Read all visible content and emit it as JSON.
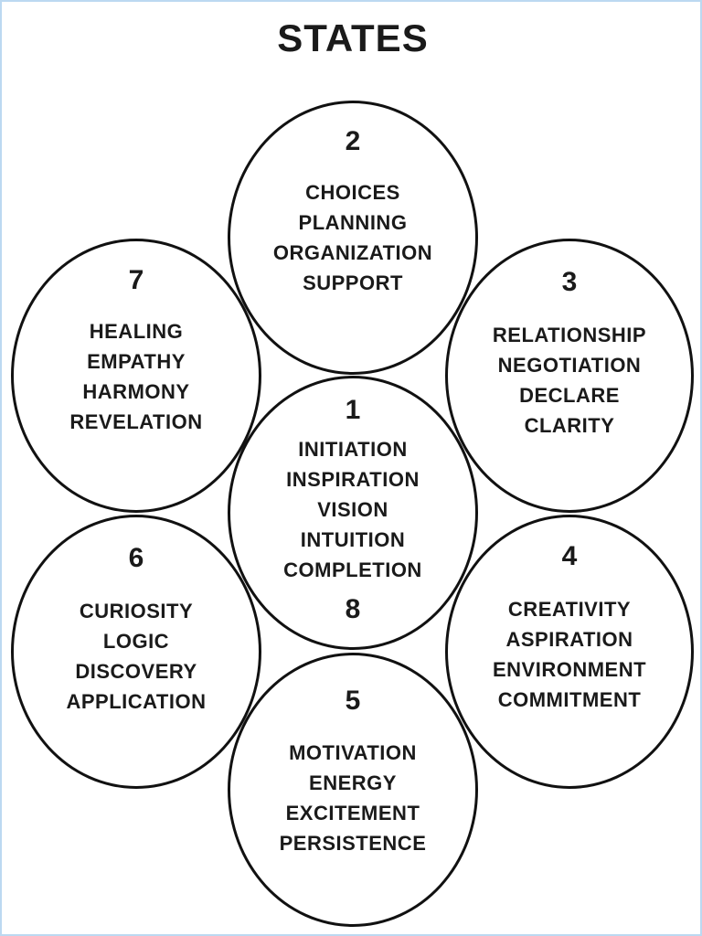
{
  "title": "STATES",
  "circles": [
    {
      "number": "2",
      "words": [
        "CHOICES",
        "PLANNING",
        "ORGANIZATION",
        "SUPPORT"
      ]
    },
    {
      "number": "7",
      "words": [
        "HEALING",
        "EMPATHY",
        "HARMONY",
        "REVELATION"
      ]
    },
    {
      "number": "3",
      "words": [
        "RELATIONSHIP",
        "NEGOTIATION",
        "DECLARE",
        "CLARITY"
      ]
    },
    {
      "number": "1",
      "words": [
        "INITIATION",
        "INSPIRATION",
        "VISION",
        "INTUITION",
        "COMPLETION"
      ]
    },
    {
      "number": "8",
      "words": []
    },
    {
      "number": "6",
      "words": [
        "CURIOSITY",
        "LOGIC",
        "DISCOVERY",
        "APPLICATION"
      ]
    },
    {
      "number": "4",
      "words": [
        "CREATIVITY",
        "ASPIRATION",
        "ENVIRONMENT",
        "COMMITMENT"
      ]
    },
    {
      "number": "5",
      "words": [
        "MOTIVATION",
        "ENERGY",
        "EXCITEMENT",
        "PERSISTENCE"
      ]
    }
  ]
}
